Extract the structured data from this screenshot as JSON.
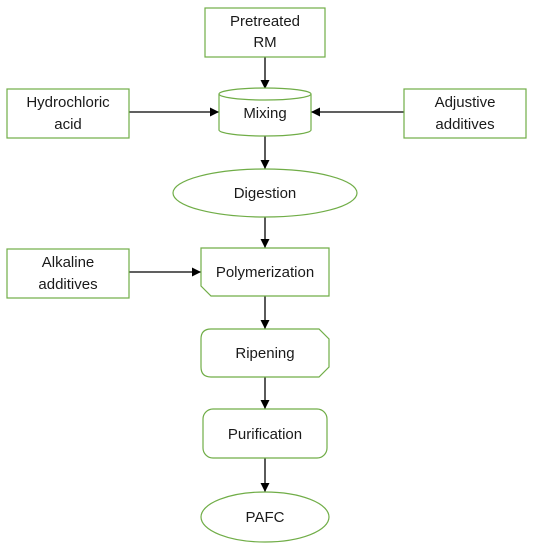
{
  "nodes": {
    "pretreated_rm": {
      "lines": [
        "Pretreated",
        "RM"
      ]
    },
    "hydrochloric_acid": {
      "lines": [
        "Hydrochloric",
        "acid"
      ]
    },
    "mixing": {
      "lines": [
        "Mixing"
      ]
    },
    "adjustive_additives": {
      "lines": [
        "Adjustive",
        "additives"
      ]
    },
    "digestion": {
      "lines": [
        "Digestion"
      ]
    },
    "alkaline_additives": {
      "lines": [
        "Alkaline",
        "additives"
      ]
    },
    "polymerization": {
      "lines": [
        "Polymerization"
      ]
    },
    "ripening": {
      "lines": [
        "Ripening"
      ]
    },
    "purification": {
      "lines": [
        "Purification"
      ]
    },
    "pafc": {
      "lines": [
        "PAFC"
      ]
    }
  },
  "edges": [
    {
      "from": "pretreated_rm",
      "to": "mixing"
    },
    {
      "from": "hydrochloric_acid",
      "to": "mixing"
    },
    {
      "from": "adjustive_additives",
      "to": "mixing"
    },
    {
      "from": "mixing",
      "to": "digestion"
    },
    {
      "from": "digestion",
      "to": "polymerization"
    },
    {
      "from": "alkaline_additives",
      "to": "polymerization"
    },
    {
      "from": "polymerization",
      "to": "ripening"
    },
    {
      "from": "ripening",
      "to": "purification"
    },
    {
      "from": "purification",
      "to": "pafc"
    }
  ],
  "colors": {
    "node_border": "#70ad47",
    "arrow": "#000000",
    "text": "#1a1a1a"
  }
}
